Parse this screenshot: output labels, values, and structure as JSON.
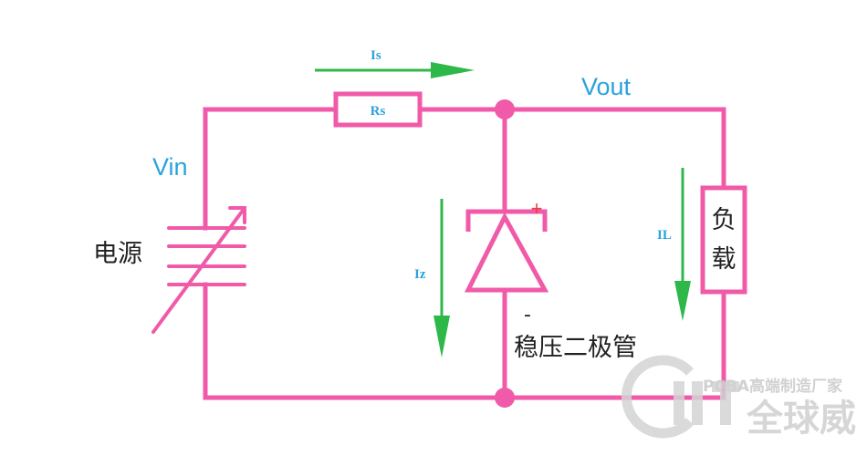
{
  "labels": {
    "vin": "Vin",
    "power_source": "电源",
    "is_current": "Is",
    "rs_resistor": "Rs",
    "vout": "Vout",
    "iz_current": "Iz",
    "zener_plus": "+",
    "zener_minus": "-",
    "zener_diode": "稳压二极管",
    "il_current": "IL",
    "load_line1": "负",
    "load_line2": "载"
  },
  "watermark": {
    "tagline": "PCBA高端制造厂家",
    "brand": "全球威"
  },
  "colors": {
    "wire": "#f05aa8",
    "arrow": "#2eb84a",
    "label_blue": "#2aa3de",
    "plus_red": "#e8413c",
    "watermark": "#cfcfcf"
  }
}
